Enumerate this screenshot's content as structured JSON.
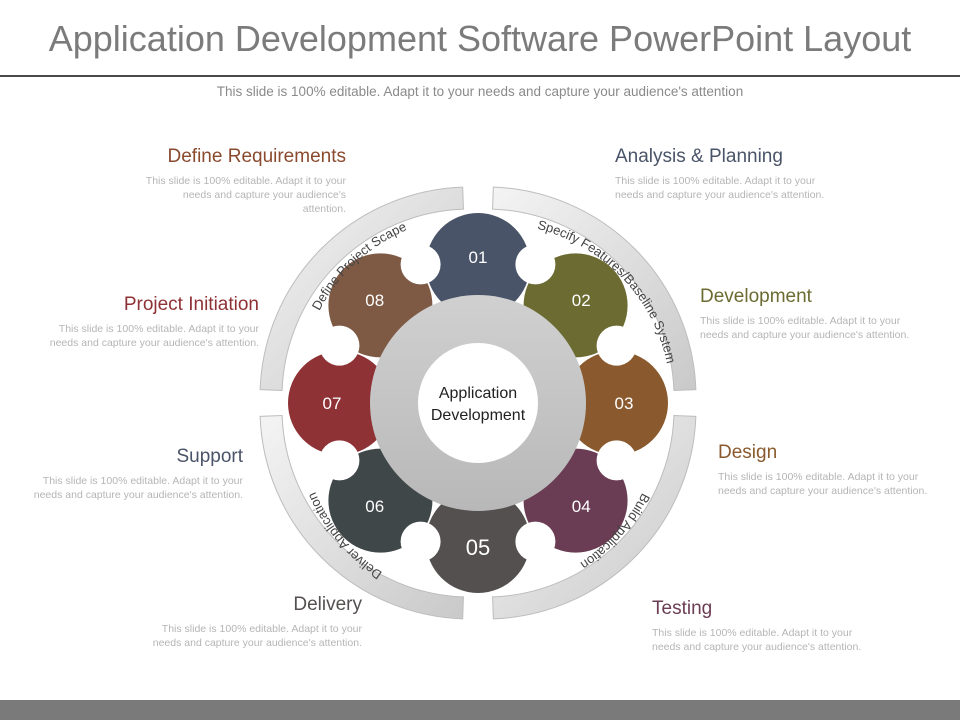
{
  "title": "Application Development Software PowerPoint Layout",
  "subtitle": "This slide is 100% editable. Adapt it to your needs and capture your audience's attention",
  "center_label_line1": "Application",
  "center_label_line2": "Development",
  "arc_labels": {
    "top_left": "Define Project Scape",
    "top_right": "Specify Features/Baseline System",
    "bottom_right": "Build Application",
    "bottom_left": "Deliver Application"
  },
  "steps": [
    {
      "num": "01",
      "color": "#4a5468"
    },
    {
      "num": "02",
      "color": "#6b6b32"
    },
    {
      "num": "03",
      "color": "#8a5a2e"
    },
    {
      "num": "04",
      "color": "#6b3d55"
    },
    {
      "num": "05",
      "color": "#555050"
    },
    {
      "num": "06",
      "color": "#3f4748"
    },
    {
      "num": "07",
      "color": "#8f3236"
    },
    {
      "num": "08",
      "color": "#7e5a45"
    }
  ],
  "labels": {
    "define_requirements": {
      "title": "Define Requirements",
      "desc": "This slide is 100% editable.  Adapt it to your needs and capture your audience's attention.",
      "color": "#8a4a2e"
    },
    "analysis_planning": {
      "title": "Analysis & Planning",
      "desc": "This slide is 100% editable. Adapt it to your needs and capture your audience's attention.",
      "color": "#4a5468"
    },
    "project_initiation": {
      "title": "Project Initiation",
      "desc": "This slide is 100% editable.  Adapt it to your needs and capture your audience's attention.",
      "color": "#8f3236"
    },
    "development": {
      "title": "Development",
      "desc": "This slide is 100% editable. Adapt it to your needs and capture your audience's attention.",
      "color": "#6b6b32"
    },
    "support": {
      "title": "Support",
      "desc": "This slide is 100% editable. Adapt it to your needs and capture your audience's attention.",
      "color": "#4a5468"
    },
    "design": {
      "title": "Design",
      "desc": "This slide is 100% editable. Adapt it to your needs and capture your audience's attention.",
      "color": "#8a5a2e"
    },
    "delivery": {
      "title": "Delivery",
      "desc": "This slide is 100% editable. Adapt it to your needs and capture your audience's attention.",
      "color": "#555050"
    },
    "testing": {
      "title": "Testing",
      "desc": "This slide is 100% editable. Adapt it to your needs and capture your audience's attention.",
      "color": "#6b3d55"
    }
  }
}
